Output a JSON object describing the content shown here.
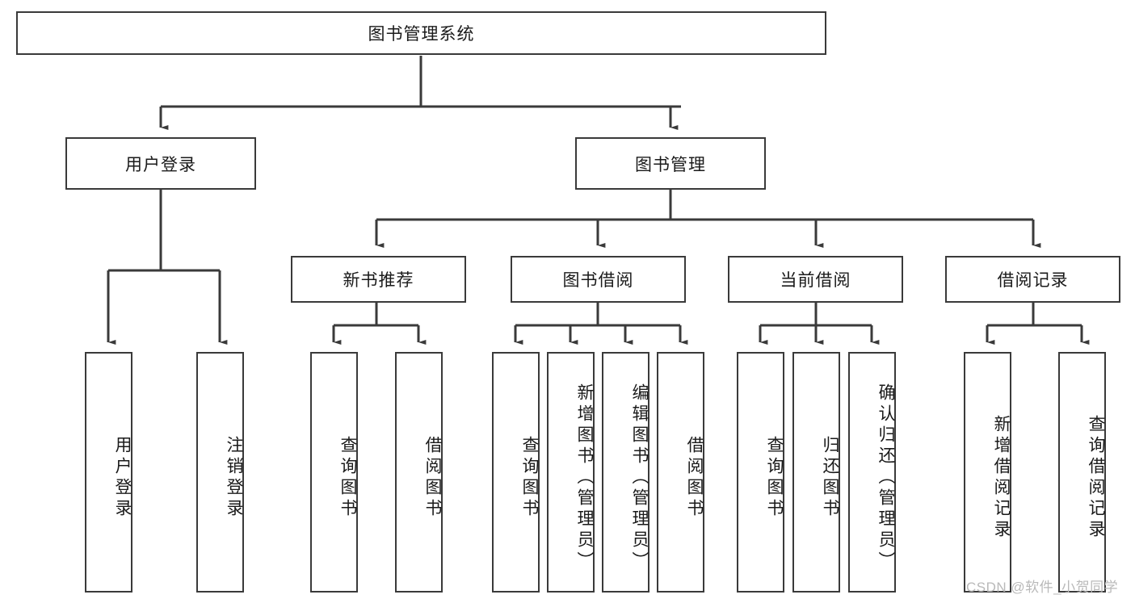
{
  "diagram": {
    "title": "图书管理系统",
    "type": "tree-hierarchy",
    "root": {
      "id": "root",
      "label": "图书管理系统"
    },
    "level1": [
      {
        "id": "login",
        "label": "用户登录"
      },
      {
        "id": "bookmgmt",
        "label": "图书管理"
      }
    ],
    "level2": [
      {
        "id": "newbook",
        "label": "新书推荐",
        "parent": "bookmgmt"
      },
      {
        "id": "borrow",
        "label": "图书借阅",
        "parent": "bookmgmt"
      },
      {
        "id": "current",
        "label": "当前借阅",
        "parent": "bookmgmt"
      },
      {
        "id": "records",
        "label": "借阅记录",
        "parent": "bookmgmt"
      }
    ],
    "leaves": [
      {
        "id": "leaf-user-login",
        "label": "用户登录",
        "parent": "login"
      },
      {
        "id": "leaf-user-logout",
        "label": "注销登录",
        "parent": "login"
      },
      {
        "id": "leaf-newbook-query",
        "label": "查询图书",
        "parent": "newbook"
      },
      {
        "id": "leaf-newbook-borrow",
        "label": "借阅图书",
        "parent": "newbook"
      },
      {
        "id": "leaf-borrow-query",
        "label": "查询图书",
        "parent": "borrow"
      },
      {
        "id": "leaf-borrow-add",
        "label": "新增图书（管理员）",
        "parent": "borrow"
      },
      {
        "id": "leaf-borrow-edit",
        "label": "编辑图书（管理员）",
        "parent": "borrow"
      },
      {
        "id": "leaf-borrow-lend",
        "label": "借阅图书",
        "parent": "borrow"
      },
      {
        "id": "leaf-current-query",
        "label": "查询图书",
        "parent": "current"
      },
      {
        "id": "leaf-current-return",
        "label": "归还图书",
        "parent": "current"
      },
      {
        "id": "leaf-current-confirm",
        "label": "确认归还（管理员）",
        "parent": "current"
      },
      {
        "id": "leaf-records-add",
        "label": "新增借阅记录",
        "parent": "records"
      },
      {
        "id": "leaf-records-query",
        "label": "查询借阅记录",
        "parent": "records"
      }
    ],
    "watermark": "CSDN @软件_小贺同学",
    "colors": {
      "border": "#3a3a3a",
      "edge": "#3a3a3a",
      "background": "#ffffff",
      "text": "#1a1a1a",
      "watermark": "#b9b9b9"
    }
  }
}
